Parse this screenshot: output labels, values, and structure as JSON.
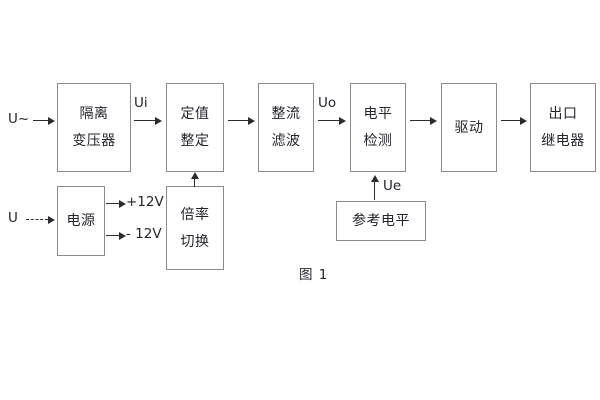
{
  "figure": {
    "caption": "图 1",
    "colors": {
      "block_border": "#8a8a8a",
      "arrow": "#2b2b31",
      "text": "#25252d",
      "background": "#ffffff"
    }
  },
  "blocks": {
    "isolation_transformer": {
      "line1": "隔离",
      "line2": "变压器"
    },
    "setting_value": {
      "line1": "定值",
      "line2": "整定"
    },
    "rectify_filter": {
      "line1": "整流",
      "line2": "滤波"
    },
    "level_detect": {
      "line1": "电平",
      "line2": "检测"
    },
    "drive": {
      "line1": "驱动"
    },
    "output_relay": {
      "line1": "出口",
      "line2": "继电器"
    },
    "power_supply": {
      "line1": "电源"
    },
    "ratio_switch": {
      "line1": "倍率",
      "line2": "切换"
    },
    "reference_level": {
      "line1": "参考电平"
    }
  },
  "signals": {
    "input_ac": "U~",
    "input_dc": "U",
    "ui": "Ui",
    "uo": "Uo",
    "ue": "Ue",
    "rail_positive": "+12V",
    "rail_negative": "- 12V"
  }
}
